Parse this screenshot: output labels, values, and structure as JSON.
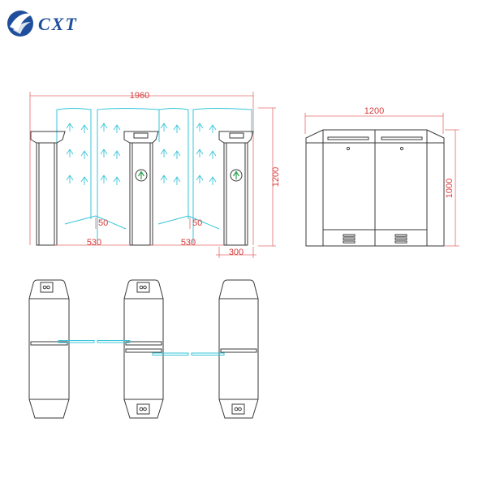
{
  "brand": {
    "name": "CXT",
    "logo_color": "#1f4e9c"
  },
  "front_view": {
    "overall_width": "1960",
    "height": "1200",
    "gap_left": "50",
    "gap_right": "50",
    "lane_left": "530",
    "lane_right": "530",
    "cabinet_width": "300"
  },
  "side_view": {
    "width": "1200",
    "height": "1000"
  },
  "colors": {
    "dimension": "#d83a3a",
    "glass": "#39c6d8",
    "outline": "#3a3a3a",
    "indicator": "#2aa34a"
  },
  "icons": [
    "logo-icon",
    "direction-arrow-icon",
    "card-reader-icon",
    "vent-icon"
  ]
}
